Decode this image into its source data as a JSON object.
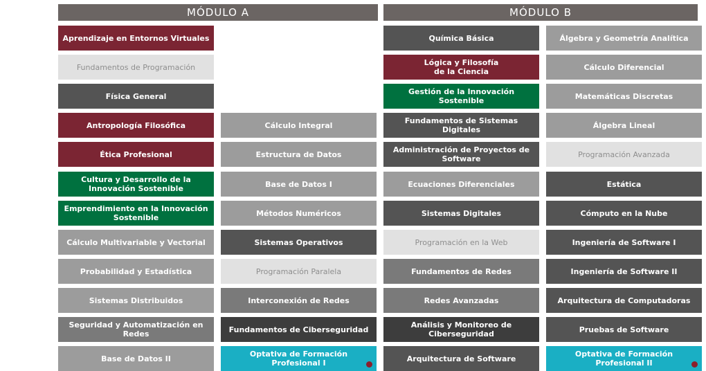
{
  "headers": {
    "module_a": "MÓDULO A",
    "module_b": "MÓDULO B"
  },
  "colors": {
    "maroon": "#7b2533",
    "green": "#00713f",
    "dark": "#545454",
    "darker": "#3d3d3d",
    "mid": "#7a7a7a",
    "light": "#9c9c9c",
    "pale": "#e1e1e1",
    "cyan": "#1aafc4",
    "dot": "#8b1f2b"
  },
  "columns": [
    [
      {
        "label": "Aprendizaje en Entornos Virtuales",
        "color": "maroon"
      },
      {
        "label": "Fundamentos de Programación",
        "color": "pale"
      },
      {
        "label": "Física General",
        "color": "dark"
      },
      {
        "label": "Antropología Filosófica",
        "color": "maroon"
      },
      {
        "label": "Ética Profesional",
        "color": "maroon"
      },
      {
        "label": "Cultura y Desarrollo de la\nInnovación Sostenible",
        "color": "green"
      },
      {
        "label": "Emprendimiento en la Innovación\nSostenible",
        "color": "green"
      },
      {
        "label": "Cálculo Multivariable y Vectorial",
        "color": "light"
      },
      {
        "label": "Probabilidad y Estadística",
        "color": "light"
      },
      {
        "label": "Sistemas Distribuidos",
        "color": "light"
      },
      {
        "label": "Seguridad y Automatización en\nRedes",
        "color": "mid"
      },
      {
        "label": "Base de Datos II",
        "color": "light"
      }
    ],
    [
      null,
      null,
      null,
      {
        "label": "Cálculo Integral",
        "color": "light"
      },
      {
        "label": "Estructura de Datos",
        "color": "light"
      },
      {
        "label": "Base de Datos I",
        "color": "light"
      },
      {
        "label": "Métodos Numéricos",
        "color": "light"
      },
      {
        "label": "Sistemas Operativos",
        "color": "dark"
      },
      {
        "label": "Programación Paralela",
        "color": "pale"
      },
      {
        "label": "Interconexión de Redes",
        "color": "mid"
      },
      {
        "label": "Fundamentos de Ciberseguridad",
        "color": "darker"
      },
      {
        "label": "Optativa de Formación\nProfesional I",
        "color": "cyan",
        "dot": true
      }
    ],
    [
      {
        "label": "Química Básica",
        "color": "dark"
      },
      {
        "label": "Lógica y Filosofía\nde la Ciencia",
        "color": "maroon"
      },
      {
        "label": "Gestión de la Innovación Sostenible",
        "color": "green"
      },
      {
        "label": "Fundamentos de Sistemas Digitales",
        "color": "dark"
      },
      {
        "label": "Administración de Proyectos de\nSoftware",
        "color": "dark"
      },
      {
        "label": "Ecuaciones Diferenciales",
        "color": "light"
      },
      {
        "label": "Sistemas Digitales",
        "color": "dark"
      },
      {
        "label": "Programación en la Web",
        "color": "pale"
      },
      {
        "label": "Fundamentos de Redes",
        "color": "mid"
      },
      {
        "label": "Redes Avanzadas",
        "color": "mid"
      },
      {
        "label": "Análisis y Monitoreo de\nCiberseguridad",
        "color": "darker"
      },
      {
        "label": "Arquitectura de Software",
        "color": "dark"
      }
    ],
    [
      {
        "label": "Álgebra y Geometría Analítica",
        "color": "light"
      },
      {
        "label": "Cálculo Diferencial",
        "color": "light"
      },
      {
        "label": "Matemáticas Discretas",
        "color": "light"
      },
      {
        "label": "Álgebra Lineal",
        "color": "light"
      },
      {
        "label": "Programación Avanzada",
        "color": "pale"
      },
      {
        "label": "Estática",
        "color": "dark"
      },
      {
        "label": "Cómputo en la Nube",
        "color": "dark"
      },
      {
        "label": "Ingeniería de Software I",
        "color": "dark"
      },
      {
        "label": "Ingeniería de Software II",
        "color": "dark"
      },
      {
        "label": "Arquitectura de Computadoras",
        "color": "dark"
      },
      {
        "label": "Pruebas de Software",
        "color": "dark"
      },
      {
        "label": "Optativa de Formación\nProfesional II",
        "color": "cyan",
        "dot": true
      }
    ]
  ]
}
